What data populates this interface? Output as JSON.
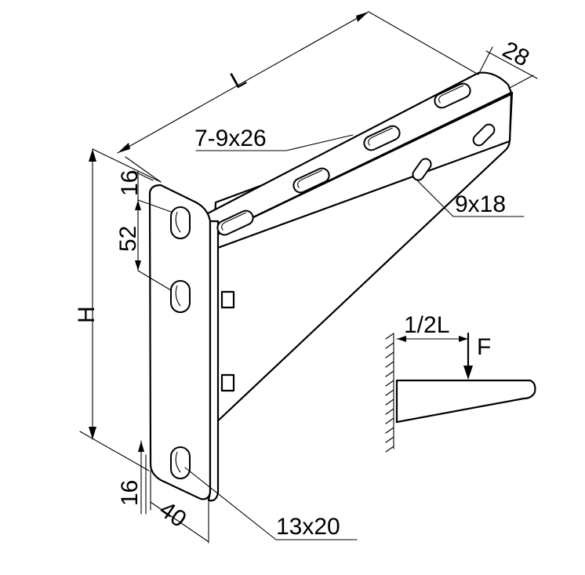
{
  "drawing": {
    "labels": {
      "length": "L",
      "width": "28",
      "top_slots": "7-9x26",
      "side_slot": "9x18",
      "height": "H",
      "top_offset": "16",
      "hole_pitch": "52",
      "bottom_offset": "16",
      "plate_width": "40",
      "plate_holes": "13x20"
    },
    "load_scheme": {
      "distance": "1/2L",
      "force": "F"
    }
  }
}
